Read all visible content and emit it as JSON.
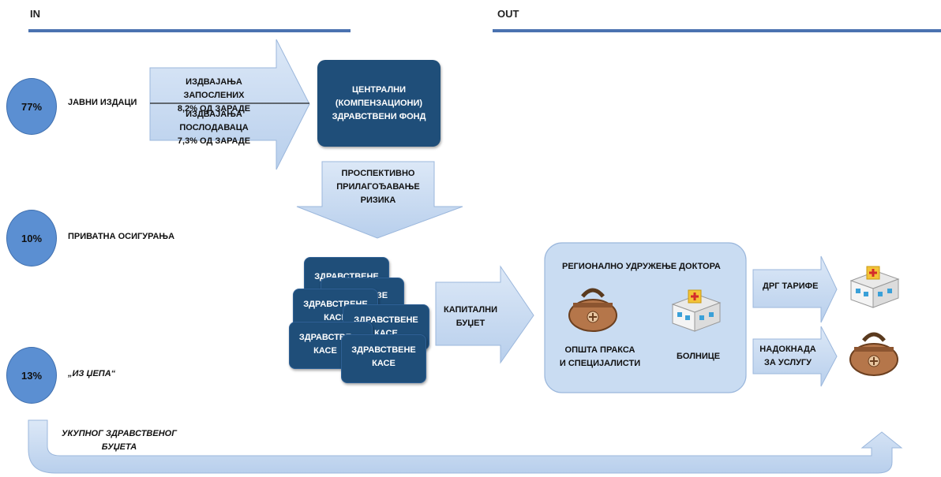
{
  "header": {
    "in_label": "IN",
    "out_label": "OUT"
  },
  "sources": [
    {
      "percent": "77%",
      "label": "ЈАВНИ ИЗДАЦИ"
    },
    {
      "percent": "10%",
      "label": "ПРИВАТНА  ОСИГУРАЊА"
    },
    {
      "percent": "13%",
      "label": "„ИЗ ЏЕПА“"
    }
  ],
  "contributions": {
    "employees_line1": "ИЗДВАЈАЊА ЗАПОСЛЕНИХ",
    "employees_line2": "8,2% ОД ЗАРАДЕ",
    "employers_line1": "ИЗДВАЈАЊА ПОСЛОДАВАЦА",
    "employers_line2": "7,3% ОД ЗАРАДЕ"
  },
  "central_fund": {
    "line1": "ЦЕНТРАЛНИ",
    "line2": "(КОМПЕНЗАЦИОНИ)",
    "line3": "ЗДРАВСТВЕНИ  ФОНД"
  },
  "risk_adjust": {
    "line1": "ПРОСПЕКТИВНО",
    "line2": "ПРИЛАГОЂАВАЊЕ",
    "line3": "РИЗИКА"
  },
  "health_funds": [
    {
      "line1": "ЗДРАВСТВЕНЕ",
      "line2": ""
    },
    {
      "line1": "",
      "line2": "ЗЕ"
    },
    {
      "line1": "ЗДРАВСТВЕНЕ",
      "line2": "КАСЕ"
    },
    {
      "line1": "ЗДРАВСТВЕНЕ",
      "line2": "КАСЕ"
    },
    {
      "line1": "ЗДРАВСТВЕ",
      "line2": "КАСЕ"
    },
    {
      "line1": "ЗДРАВСТВЕНЕ",
      "line2": "КАСЕ"
    }
  ],
  "capital_budget": {
    "line1": "КАПИТАЛНИ",
    "line2": "БУЏЕТ"
  },
  "regional": {
    "title": "РЕГИОНАЛНО  УДРУЖЕЊЕ  ДОКТОРА",
    "gp_line1": "ОПШТА ПРАКСА",
    "gp_line2": "И СПЕЦИЈАЛИСТИ",
    "hospitals": "БОЛНИЦЕ",
    "bag_icon": "medical-bag-icon",
    "hospital_icon": "hospital-icon"
  },
  "outputs": {
    "drg": "ДРГ ТАРИФЕ",
    "fee_line1": "НАДОКНАДА",
    "fee_line2": "ЗА УСЛУГУ"
  },
  "total": {
    "line1": "УКУПНОГ ЗДРАВСТВЕНОГ",
    "line2": "БУЏЕТА"
  },
  "colors": {
    "accent": "#4a72b0",
    "dark_box": "#1f4e79",
    "arrow_fill": "#c5d9f1",
    "circle": "#5b8fd2"
  }
}
